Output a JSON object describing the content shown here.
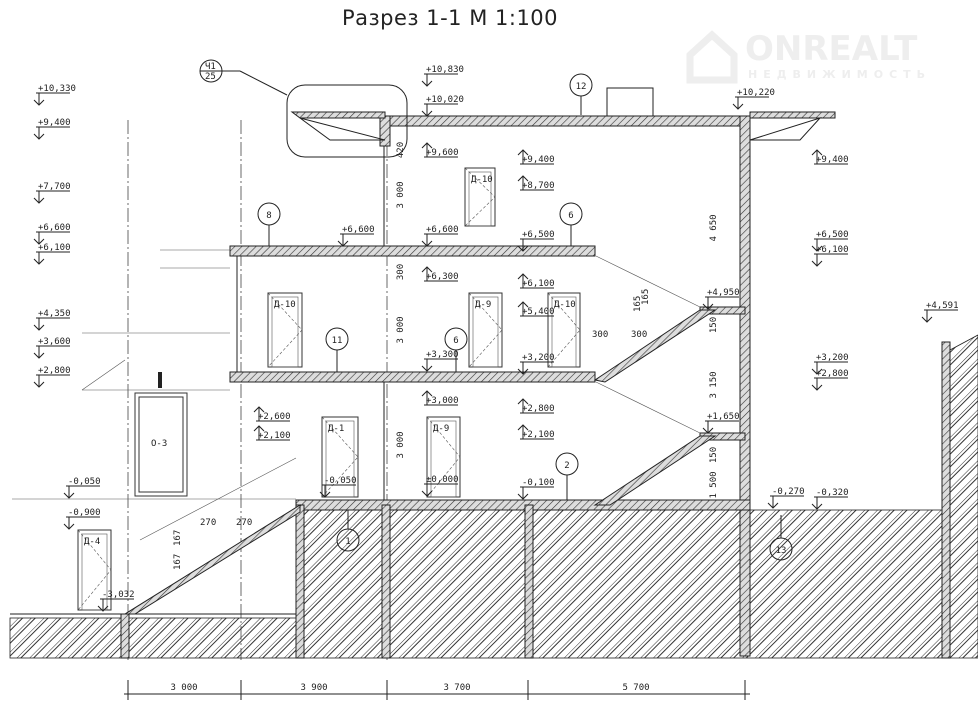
{
  "title": "Разрез 1-1 М 1:100",
  "watermark": {
    "brand": "ONREALT",
    "sub": "НЕДВИЖИМОСТЬ"
  },
  "elevations": [
    "+10,330",
    "+9,400",
    "+7,700",
    "+6,600",
    "+6,100",
    "+4,350",
    "+3,600",
    "+2,800",
    "-0,050",
    "-0,900",
    "-3,032",
    "+10,830",
    "+10,020",
    "+9,600",
    "+9,400",
    "+8,700",
    "+6,600",
    "+6,600",
    "+6,500",
    "+6,300",
    "+6,100",
    "+5,400",
    "+3,300",
    "+3,200",
    "+3,000",
    "+2,800",
    "+2,600",
    "+2,100",
    "+2,100",
    "-0,050",
    "±0,000",
    "-0,100",
    "+4,950",
    "+1,650",
    "+10,220",
    "+9,400",
    "+6,500",
    "+6,100",
    "+3,200",
    "+2,800",
    "+4,591",
    "-0,270",
    "-0,320"
  ],
  "callouts": [
    {
      "top": "Ч1",
      "bottom": "25"
    }
  ],
  "markers": [
    "12",
    "8",
    "6",
    "11",
    "6",
    "2",
    "1",
    "13"
  ],
  "doors": [
    "Д-10",
    "Д-10",
    "Д-9",
    "Д-10",
    "Д-1",
    "Д-9",
    "Д-4"
  ],
  "window": "О-3",
  "dimensions": {
    "bottom": [
      "3 000",
      "3 900",
      "3 700",
      "5 700"
    ],
    "vertical": [
      "420",
      "3 000",
      "300",
      "3 000",
      "3 000",
      "4 650",
      "150",
      "3 150",
      "150",
      "1 500"
    ],
    "stairs": [
      "165",
      "165",
      "300",
      "300",
      "270",
      "270",
      "167",
      "167"
    ]
  }
}
